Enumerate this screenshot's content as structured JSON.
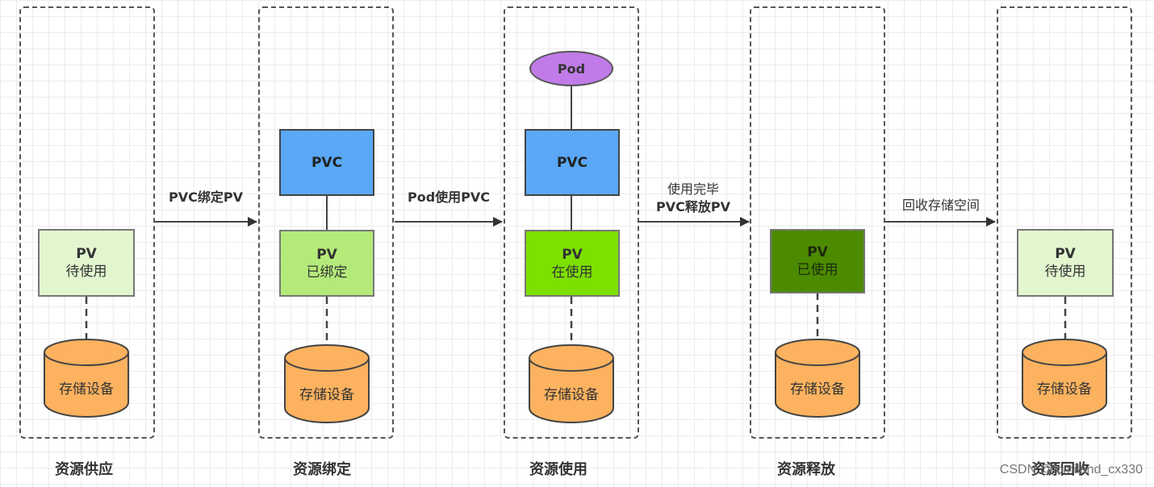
{
  "stages": [
    {
      "label": "资源供应",
      "pv_title": "PV",
      "pv_state": "待使用",
      "pv_color": "#e2f6cf",
      "storage": "存储设备"
    },
    {
      "label": "资源绑定",
      "pv_title": "PV",
      "pv_state": "已绑定",
      "pv_color": "#b4ea7a",
      "pvc": "PVC",
      "storage": "存储设备"
    },
    {
      "label": "资源使用",
      "pv_title": "PV",
      "pv_state": "在使用",
      "pv_color": "#7de000",
      "pvc": "PVC",
      "pod": "Pod",
      "storage": "存储设备"
    },
    {
      "label": "资源释放",
      "pv_title": "PV",
      "pv_state": "已使用",
      "pv_color": "#4c8b00",
      "storage": "存储设备"
    },
    {
      "label": "资源回收",
      "pv_title": "PV",
      "pv_state": "待使用",
      "pv_color": "#e2f6cf",
      "storage": "存储设备"
    }
  ],
  "transitions": [
    {
      "lines": [
        "PVC绑定PV"
      ]
    },
    {
      "lines": [
        "Pod使用PVC"
      ]
    },
    {
      "lines": [
        "使用完毕",
        "PVC释放PV"
      ]
    },
    {
      "lines": [
        "回收存储空间"
      ]
    }
  ],
  "colors": {
    "pvc": "#5aa8f7",
    "pod": "#c07be8",
    "storage": "#fcb25f"
  },
  "watermark": "CSDN @lomiland_cx330"
}
